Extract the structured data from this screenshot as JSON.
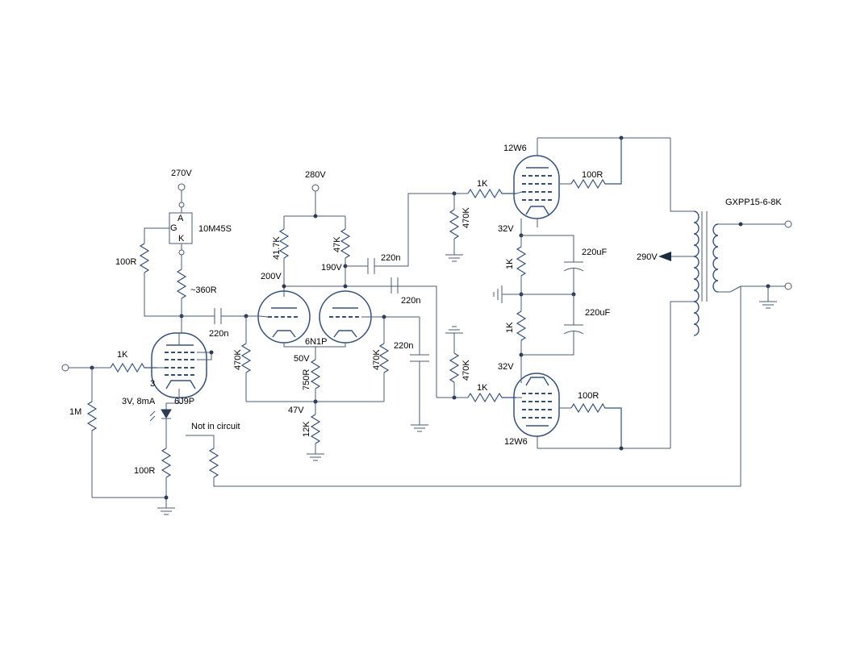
{
  "labels": {
    "v270": "270V",
    "scr_a": "A",
    "scr_g": "G",
    "scr_k": "K",
    "scr_part": "10M45S",
    "r100_top": "100R",
    "r360": "~360R",
    "c220_in": "220n",
    "r1k_in": "1K",
    "pin3": "3",
    "led_v": "3V, 8mA",
    "tube_6j9p": "6J9P",
    "r1m": "1M",
    "r100_cath": "100R",
    "not_in_circuit": "Not in circuit",
    "v280": "280V",
    "r41_7k": "41.7K",
    "r47k": "47K",
    "v200": "200V",
    "v190": "190V",
    "c220_a": "220n",
    "c220_b": "220n",
    "c220_c": "220n",
    "r470k_l": "470K",
    "r470k_r": "470K",
    "tube_6n1p": "6N1P",
    "v50": "50V",
    "r750": "750R",
    "v47": "47V",
    "r12k": "12K",
    "tube_12w6_top": "12W6",
    "tube_12w6_bot": "12W6",
    "r1k_top": "1K",
    "r1k_bot": "1K",
    "r470k_top": "470K",
    "r470k_bot": "470K",
    "r100_top_out": "100R",
    "r100_bot_out": "100R",
    "v32_top": "32V",
    "v32_bot": "32V",
    "r1k_cath_top": "1K",
    "r1k_cath_bot": "1K",
    "c220uf_top": "220uF",
    "c220uf_bot": "220uF",
    "v290": "290V",
    "transformer": "GXPP15-6-8K"
  }
}
